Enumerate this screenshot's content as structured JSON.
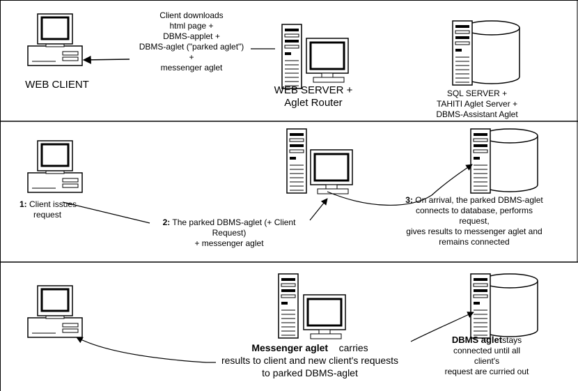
{
  "panel1": {
    "client_label": "WEB CLIENT",
    "downloads_lines": [
      "Client downloads",
      "html page +",
      "DBMS-applet +",
      "DBMS-aglet (\"parked aglet\")",
      "+",
      "messenger aglet"
    ],
    "webserver_lines": [
      "WEB SERVER +",
      "Aglet Router"
    ],
    "sqlserver_lines": [
      "SQL SERVER +",
      "TAHITI Aglet Server +",
      "DBMS-Assistant Aglet"
    ]
  },
  "panel2": {
    "step1_num": "1:",
    "step1_lines": [
      "Client issues",
      "request"
    ],
    "step2_num": "2:",
    "step2_lines": [
      "The parked DBMS-aglet (+ Client",
      "Request)",
      "+ messenger aglet"
    ],
    "step3_num": "3:",
    "step3_lines": [
      "On arrival, the parked DBMS-aglet",
      "connects to database, performs",
      "request,",
      "gives results to messenger aglet and",
      "remains connected"
    ]
  },
  "panel3": {
    "messenger_bold": "Messenger aglet",
    "messenger_rest": "carries",
    "messenger_lines": [
      "results to client and new client's requests",
      "to parked DBMS-aglet"
    ],
    "dbms_bold": "DBMS aglet",
    "dbms_rest": "stays",
    "dbms_lines": [
      "connected until all",
      "client's",
      "request are curried out"
    ]
  }
}
